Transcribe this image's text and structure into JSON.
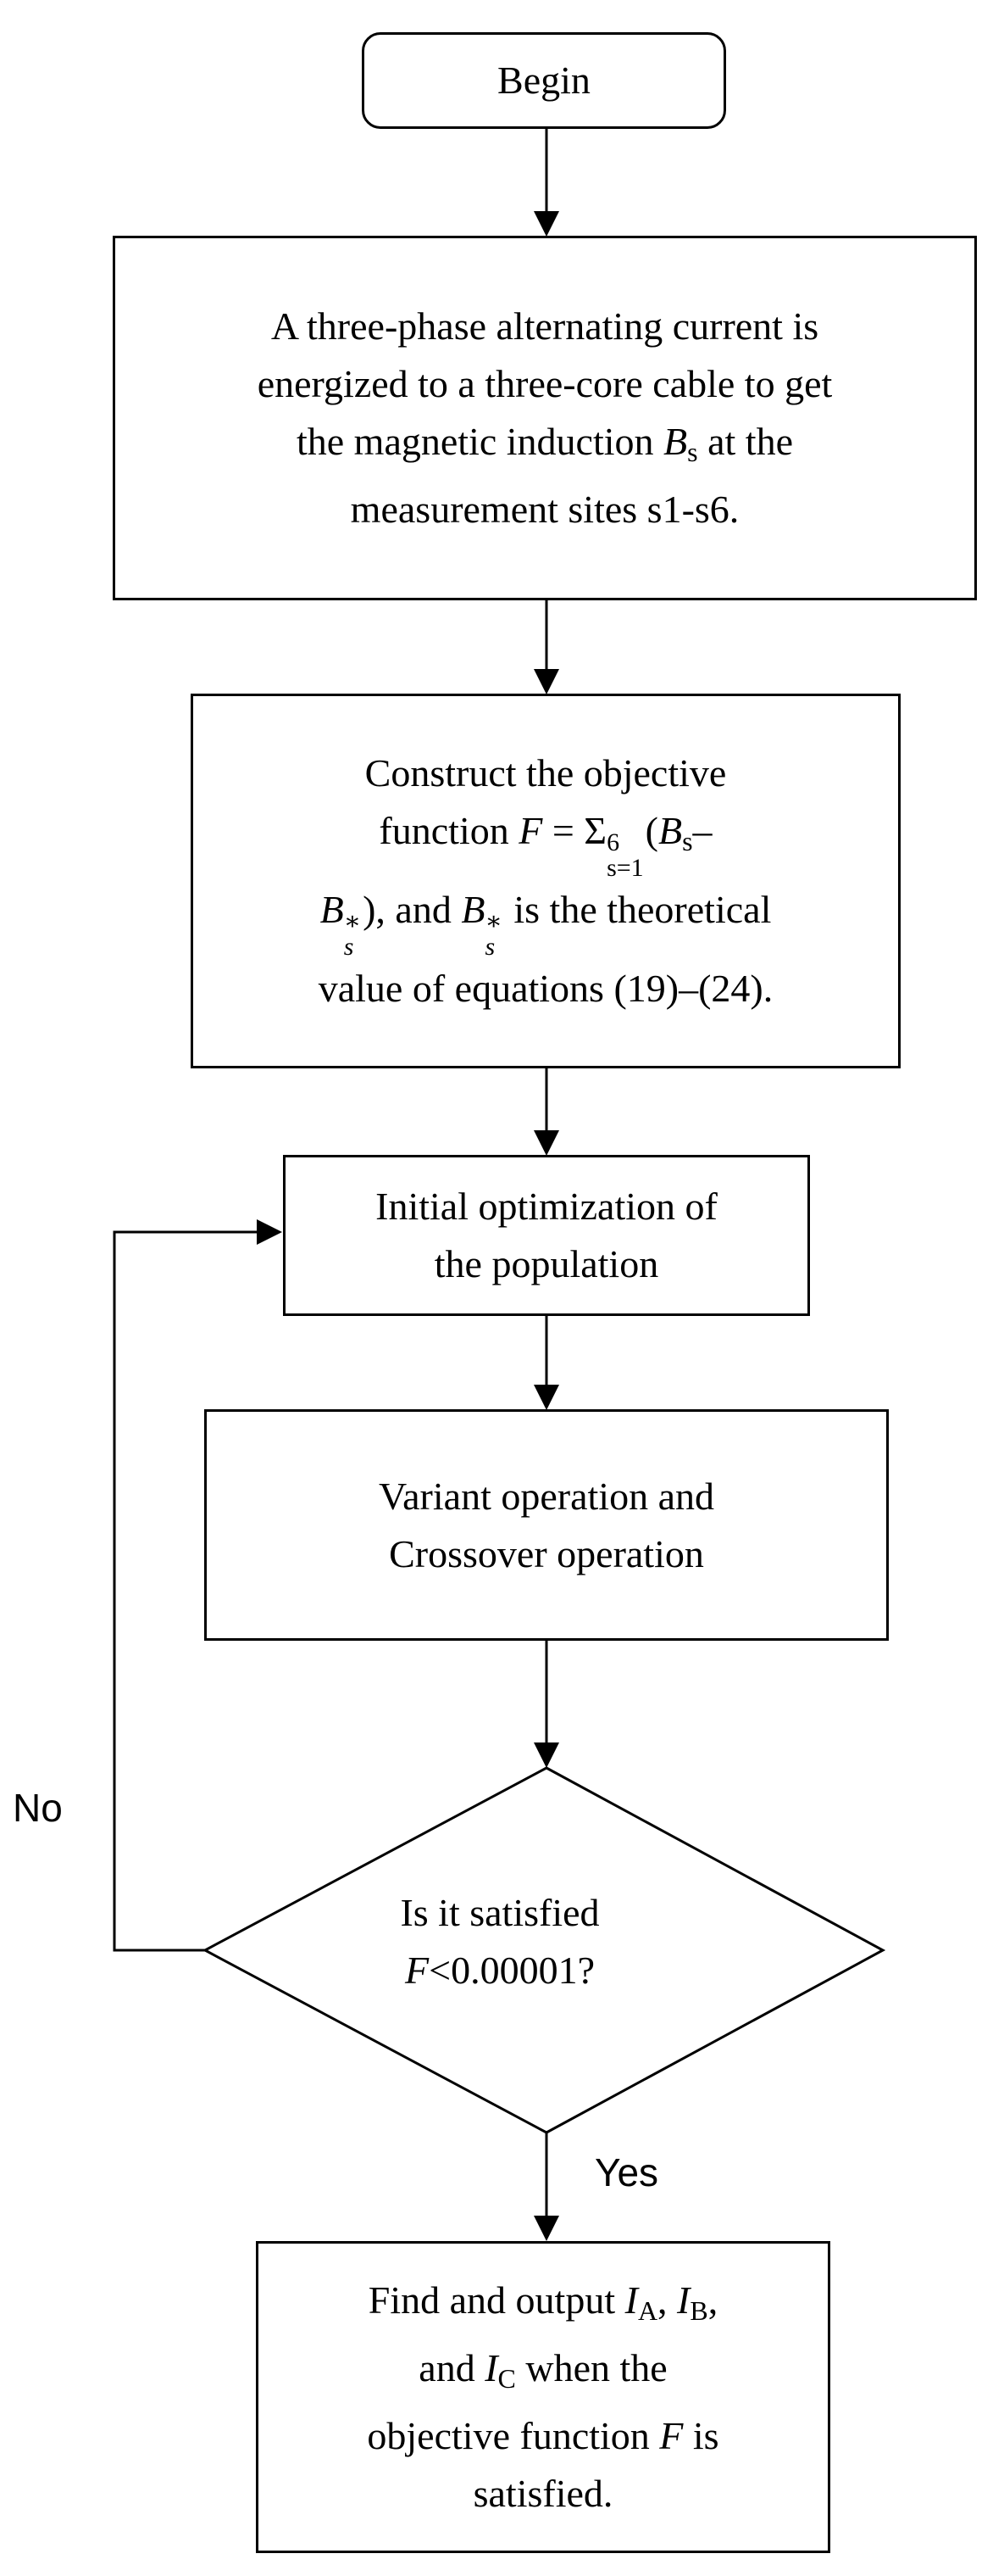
{
  "nodes": {
    "begin": {
      "label": "Begin"
    },
    "energize": {
      "line1": "A three-phase alternating current is",
      "line2": "energized to a three-core cable to get",
      "line3_pre": "the magnetic induction ",
      "sym_B": "B",
      "sub_s": "s",
      "line3_post": " at the",
      "line4": "measurement sites s1-s6."
    },
    "objective": {
      "line1": "Construct the objective",
      "func_pre": "function ",
      "sym_F": "F",
      "equals": " = ",
      "sigma": "Σ",
      "sum_upper": "6",
      "sum_lower": "s=1",
      "open": "(",
      "sym_B": "B",
      "sub_s": "s",
      "dash": "–",
      "star": "∗",
      "mid": "), and ",
      "tail": " is the theoretical",
      "line4": "value of equations (19)–(24)."
    },
    "init": {
      "line1": "Initial optimization of",
      "line2": "the population"
    },
    "variant": {
      "line1": "Variant operation and",
      "line2": "Crossover operation"
    },
    "decision": {
      "line1": "Is it satisfied",
      "sym_F": "F",
      "cond": "<0.00001?"
    },
    "output": {
      "line1_pre": "Find and output ",
      "sym_I": "I",
      "sub_A": "A",
      "sep": ", ",
      "sub_B": "B",
      "comma": ",",
      "and": "and ",
      "sub_C": "C",
      "line2_post": " when the",
      "line3": "objective function ",
      "sym_F": "F",
      "is": " is",
      "line4": "satisfied."
    }
  },
  "edge_labels": {
    "no": "No",
    "yes": "Yes"
  }
}
